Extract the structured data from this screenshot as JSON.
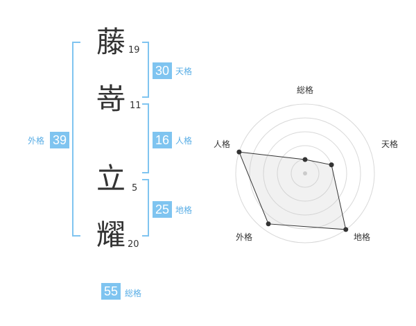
{
  "name_chars": [
    {
      "char": "藤",
      "strokes": "19"
    },
    {
      "char": "嵜",
      "strokes": "11"
    },
    {
      "char": "立",
      "strokes": "5"
    },
    {
      "char": "耀",
      "strokes": "20"
    }
  ],
  "fortunes": {
    "tenkaku": {
      "value": "30",
      "label": "天格"
    },
    "jinkaku": {
      "value": "16",
      "label": "人格"
    },
    "chikaku": {
      "value": "25",
      "label": "地格"
    },
    "gaikaku": {
      "value": "39",
      "label": "外格"
    },
    "soukaku": {
      "value": "55",
      "label": "総格"
    }
  },
  "colors": {
    "accent": "#7fc4f0",
    "bracket": "#5aaee6",
    "text": "#333333"
  },
  "chart_data": {
    "type": "radar",
    "axes": [
      "総格",
      "天格",
      "地格",
      "外格",
      "人格"
    ],
    "levels": 5,
    "values": [
      1,
      2,
      5,
      4.5,
      5
    ],
    "max": 5
  }
}
